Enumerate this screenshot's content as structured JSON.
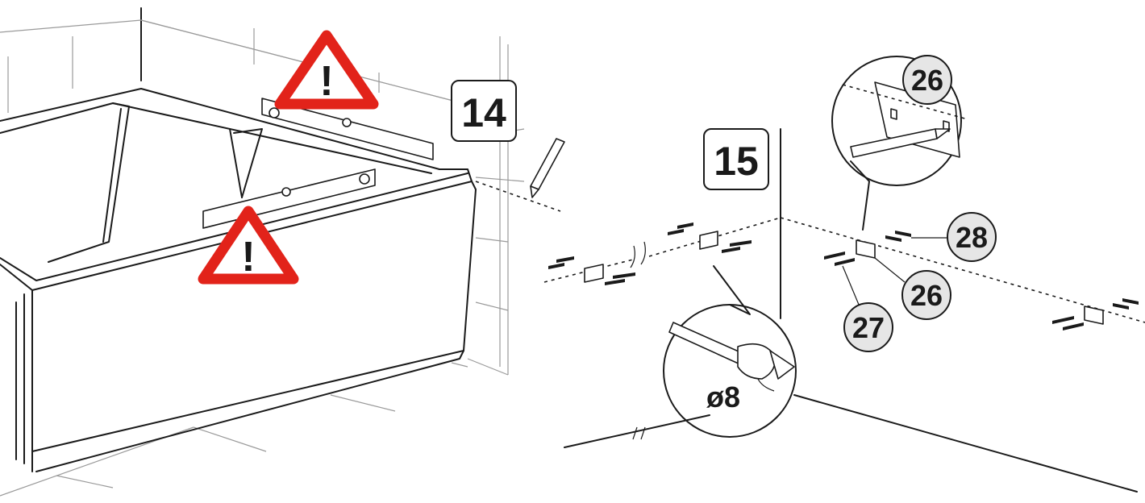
{
  "steps": [
    {
      "number": "14"
    },
    {
      "number": "15"
    }
  ],
  "warnings": [
    {
      "symbol": "!"
    },
    {
      "symbol": "!"
    }
  ],
  "parts": [
    {
      "ref": "26"
    },
    {
      "ref": "28"
    },
    {
      "ref": "26"
    },
    {
      "ref": "27"
    }
  ],
  "drill": {
    "diameter": "ø8"
  },
  "colors": {
    "warning": "#e2231a",
    "line": "#1a1a1a",
    "callout_fill": "#e6e6e6",
    "grid": "#9a9a9a"
  },
  "icons": [
    "warning-icon",
    "pencil-icon",
    "drill-bit-icon",
    "spirit-level-icon",
    "bracket-icon",
    "screw-icon",
    "wall-plug-icon"
  ]
}
